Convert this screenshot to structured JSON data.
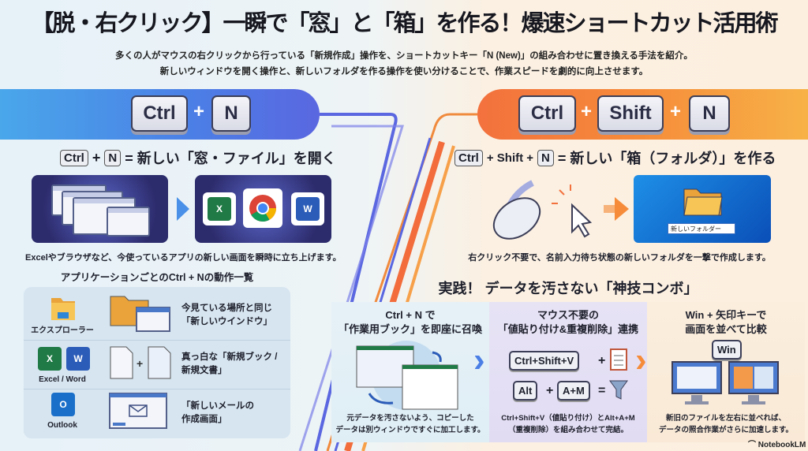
{
  "header": {
    "title": "【脱・右クリック】一瞬で「窓」と「箱」を作る！爆速ショートカット活用術",
    "subtitle_1": "多くの人がマウスの右クリックから行っている「新規作成」操作を、ショートカットキー「N (New)」の組み合わせに置き換える手法を紹介。",
    "subtitle_2": "新しいウィンドウを開く操作と、新しいフォルダを作る操作を使い分けることで、作業スピードを劇的に向上させます。"
  },
  "left": {
    "keys": [
      "Ctrl",
      "N"
    ],
    "plus": "+",
    "formula_keys": [
      "Ctrl",
      "N"
    ],
    "formula_eq": "= 新しい「窓・ファイル」を開く",
    "caption": "Excelやブラウザなど、今使っているアプリの新しい画面を瞬時に立ち上げます。",
    "app_icons": [
      "X",
      "W"
    ]
  },
  "right": {
    "keys": [
      "Ctrl",
      "Shift",
      "N"
    ],
    "plus": "+",
    "formula_key1": "Ctrl",
    "formula_mid": "+ Shift +",
    "formula_key2": "N",
    "formula_eq": "= 新しい「箱（フォルダ）」を作る",
    "folder_name_input": "新しいフォルダー",
    "caption": "右クリック不要で、名前入力待ち状態の新しいフォルダを一撃で作成します。"
  },
  "app_list": {
    "title": "アプリケーションごとのCtrl + Nの動作一覧",
    "rows": [
      {
        "name": "エクスプローラー",
        "desc_1": "今見ている場所と同じ",
        "desc_2": "「新しいウインドウ」"
      },
      {
        "name": "Excel / Word",
        "desc_1": "真っ白な「新規ブック /",
        "desc_2": "新規文書」",
        "icons": [
          "X",
          "W"
        ]
      },
      {
        "name": "Outlook",
        "desc_1": "「新しいメールの",
        "desc_2": "作成画面」",
        "icons": [
          "O"
        ]
      }
    ]
  },
  "combo": {
    "title": "実践！ データを汚さない「神技コンボ」",
    "panels": [
      {
        "head_1": "Ctrl + N で",
        "head_2": "「作業用ブック」を即座に召喚",
        "cap_1": "元データを汚さないよう、コピーした",
        "cap_2": "データは別ウィンドウですぐに加工します。"
      },
      {
        "head_1": "マウス不要の",
        "head_2": "「値貼り付け&重複削除」連携",
        "keys": [
          "Ctrl+Shift+V",
          "Alt",
          "A+M"
        ],
        "plus": "+",
        "eq": "=",
        "cap_1": "Ctrl+Shift+V（値貼り付け）とAlt+A+M",
        "cap_2": "（重複削除）を組み合わせて完結。"
      },
      {
        "head_1": "Win + 矢印キーで",
        "head_2": "画面を並べて比較",
        "key": "Win",
        "cap_1": "新旧のファイルを左右に並べれば、",
        "cap_2": "データの照合作業がさらに加速します。"
      }
    ]
  },
  "footer": {
    "brand": "NotebookLM"
  },
  "colors": {
    "blue": "#4b7fe6",
    "orange": "#f68c3a",
    "excel": "#1f7a45",
    "word": "#2b5cb8",
    "outlook": "#1a6fc9"
  }
}
